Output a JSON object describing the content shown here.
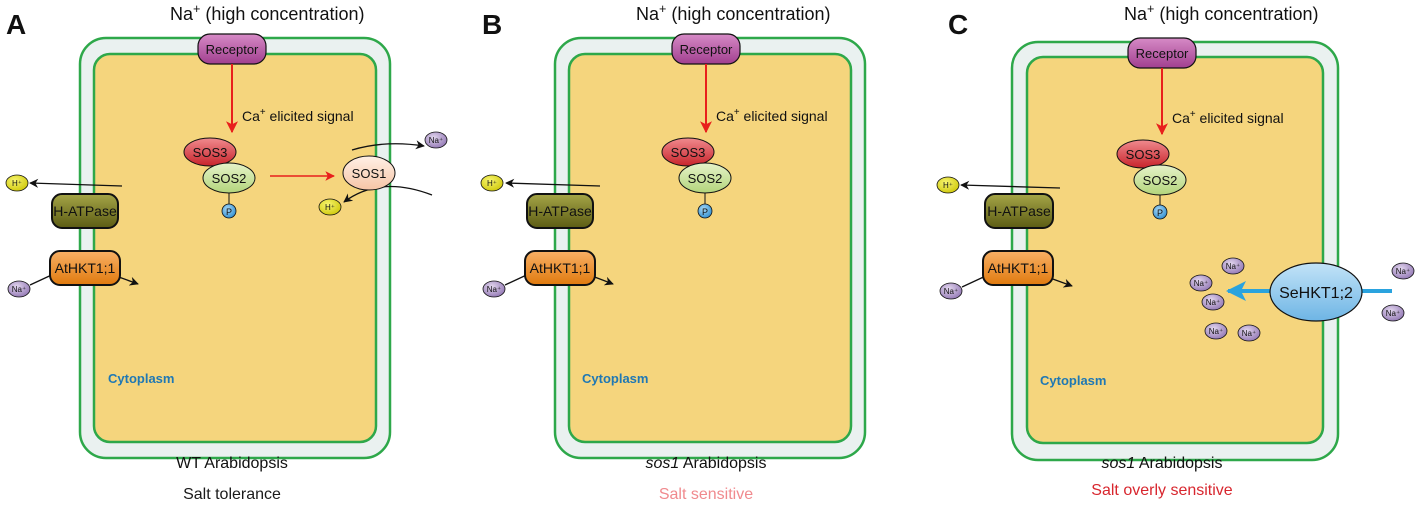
{
  "panels": [
    {
      "letter": "A",
      "top_label_main": "Na",
      "top_label_sup": "+",
      "top_label_rest": " (high concentration)",
      "receptor": "Receptor",
      "signal_main": "Ca",
      "signal_sup": "+",
      "signal_rest": " elicited signal",
      "sos3": "SOS3",
      "sos2": "SOS2",
      "phosphate": "P",
      "sos1": "SOS1",
      "hatpase": "H-ATPase",
      "hkt": "AtHKT1;1",
      "h_ion": "H⁺",
      "na_ion": "Na⁺",
      "cytoplasm": "Cytoplasm",
      "genotype_prefix": "",
      "genotype_suffix": "WT Arabidopsis",
      "phenotype": "Salt tolerance",
      "phenotype_color": "#1a1a1a"
    },
    {
      "letter": "B",
      "top_label_main": "Na",
      "top_label_sup": "+",
      "top_label_rest": " (high concentration)",
      "receptor": "Receptor",
      "signal_main": "Ca",
      "signal_sup": "+",
      "signal_rest": " elicited signal",
      "sos3": "SOS3",
      "sos2": "SOS2",
      "phosphate": "P",
      "hatpase": "H-ATPase",
      "hkt": "AtHKT1;1",
      "h_ion": "H⁺",
      "na_ion": "Na⁺",
      "cytoplasm": "Cytoplasm",
      "genotype_prefix": "sos1",
      "genotype_suffix": " Arabidopsis",
      "phenotype": "Salt sensitive",
      "phenotype_color": "#f08a8e"
    },
    {
      "letter": "C",
      "top_label_main": "Na",
      "top_label_sup": "+",
      "top_label_rest": " (high concentration)",
      "receptor": "Receptor",
      "signal_main": "Ca",
      "signal_sup": "+",
      "signal_rest": " elicited signal",
      "sos3": "SOS3",
      "sos2": "SOS2",
      "phosphate": "P",
      "hatpase": "H-ATPase",
      "hkt": "AtHKT1;1",
      "sehkt": "SeHKT1;2",
      "h_ion": "H⁺",
      "na_ion": "Na⁺",
      "cytoplasm": "Cytoplasm",
      "genotype_prefix": "sos1",
      "genotype_suffix": " Arabidopsis",
      "phenotype": "Salt overly sensitive",
      "phenotype_color": "#d8262e"
    }
  ],
  "colors": {
    "cell_wall_fill": "#eaf1f0",
    "membrane": "#2ea84a",
    "cytoplasm_fill": "#f5d57d",
    "receptor": "#b44fa0",
    "sos3": "#d9373e",
    "sos2": "#c7e29a",
    "sos1": "#fbd9c4",
    "phosphate": "#4aa3df",
    "hatpase": "#7a7a22",
    "hkt": "#f08c1e",
    "sehkt": "#8fc7ec",
    "h_ion": "#e8e31a",
    "na_ion": "#a98cc2",
    "signal_arrow": "#e8201c",
    "influx_arrow": "#2aa3de",
    "cytoplasm_text": "#1f78b4"
  }
}
